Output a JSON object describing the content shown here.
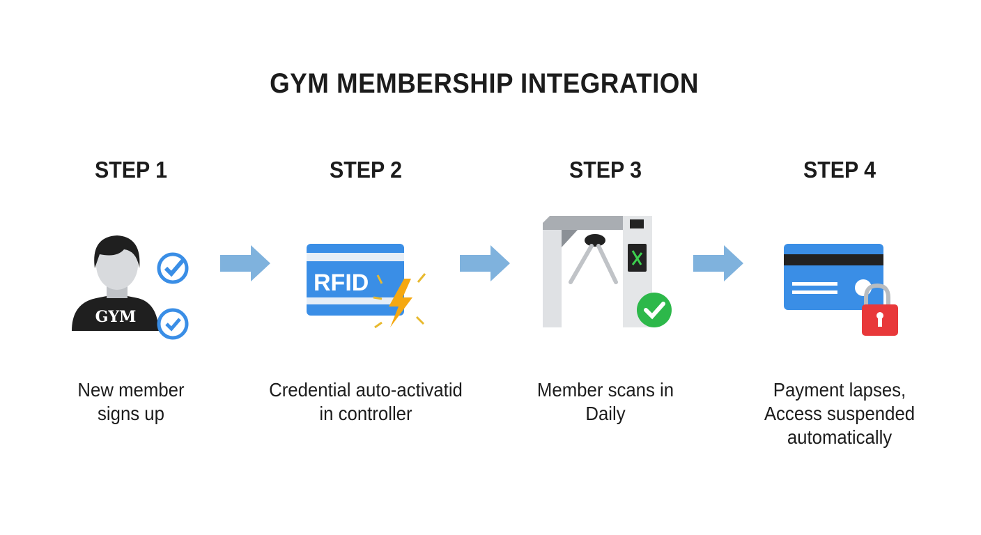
{
  "title": "GYM MEMBERSHIP INTEGRATION",
  "steps": [
    {
      "label": "STEP 1",
      "desc_lines": [
        "New member",
        "signs up"
      ],
      "icon": "member-signup-icon",
      "shirt_text": "GYM"
    },
    {
      "label": "STEP 2",
      "desc_lines": [
        "Credential auto-activatid",
        "in controller"
      ],
      "icon": "rfid-card-icon",
      "card_text": "RFID"
    },
    {
      "label": "STEP 3",
      "desc_lines": [
        "Member scans in",
        "Daily"
      ],
      "icon": "turnstile-icon"
    },
    {
      "label": "STEP 4",
      "desc_lines": [
        "Payment lapses,",
        "Access suspended",
        "automatically"
      ],
      "icon": "locked-card-icon"
    }
  ],
  "colors": {
    "blue": "#3a8ee6",
    "arrow": "#7fb2dd",
    "green": "#2db84a",
    "red": "#e8383a",
    "orange": "#f5a811"
  }
}
